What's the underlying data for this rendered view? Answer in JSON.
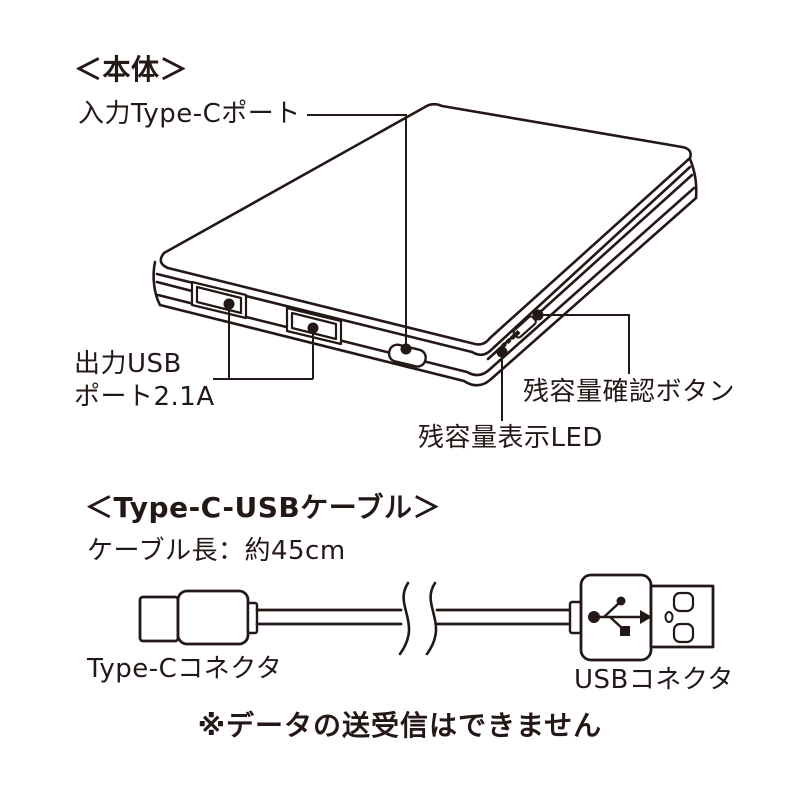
{
  "colors": {
    "ink": "#231815",
    "background": "#ffffff"
  },
  "body_section": {
    "heading": "＜本体＞",
    "labels": {
      "input_port": "入力Type-Cポート",
      "output_port_line1": "出力USB",
      "output_port_line2": "ポート2.1A",
      "check_button": "残容量確認ボタン",
      "led": "残容量表示LED"
    }
  },
  "cable_section": {
    "heading": "＜Type-C-USBケーブル＞",
    "cable_length": "ケーブル長：約45cm",
    "typec_connector": "Type-Cコネクタ",
    "usb_connector": "USBコネクタ",
    "note": "※データの送受信はできません"
  }
}
